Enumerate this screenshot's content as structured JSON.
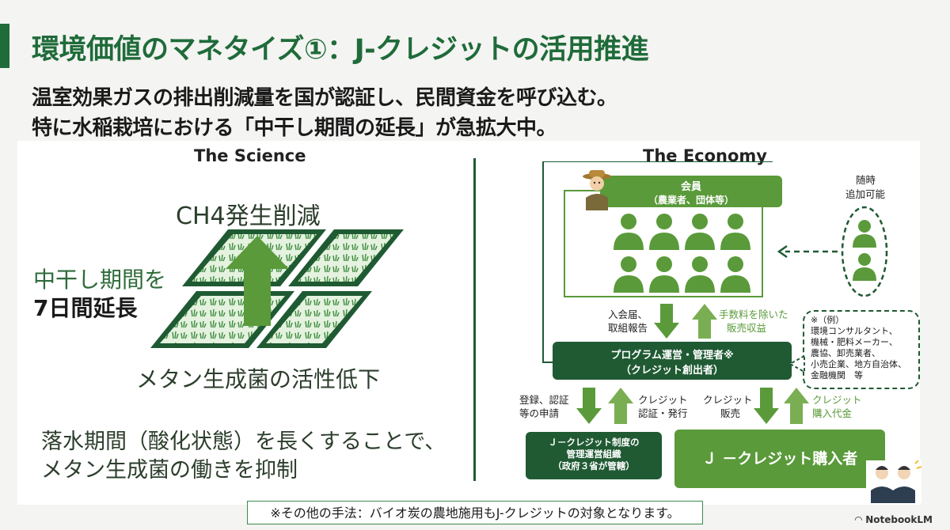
{
  "title": "環境価値のマネタイズ①：J-クレジットの活用推進",
  "subtitle_line1": "温室効果ガスの排出削減量を国が認証し、民間資金を呼び込む。",
  "subtitle_line2": "特に水稲栽培における「中干し期間の延長」が急拡大中。",
  "science": {
    "heading": "The Science",
    "ch4_label": "CH4発生削減",
    "nakaboshi_line1": "中干し期間を",
    "nakaboshi_line2": "7日間延長",
    "methane_label": "メタン生成菌の活性低下",
    "conclusion_line1": "落水期間（酸化状態）を長くすることで、",
    "conclusion_line2": "メタン生成菌の働きを抑制"
  },
  "economy": {
    "heading": "The Economy",
    "member_line1": "会員",
    "member_line2": "（農業者、団体等）",
    "zuiji_line1": "随時",
    "zuiji_line2": "追加可能",
    "nyukai_line1": "入会届、",
    "nyukai_line2": "取組報告",
    "tesuryo_line1": "手数料を除いた",
    "tesuryo_line2": "販売収益",
    "program_line1": "プログラム運営・管理者※",
    "program_line2": "（クレジット創出者）",
    "example_head": "※（例）",
    "example_lines": [
      "環境コンサルタント、",
      "機械・肥料メーカー、",
      "農協、卸売業者、",
      "小売企業、地方自治体、",
      "金融機関　等"
    ],
    "toroku_line1": "登録、認証",
    "toroku_line2": "等の申請",
    "credit_cert_line1": "クレジット",
    "credit_cert_line2": "認証・発行",
    "credit_sale_line1": "クレジット",
    "credit_sale_line2": "販売",
    "credit_pay_line1": "クレジット",
    "credit_pay_line2": "購入代金",
    "admin_line1": "Ｊ－クレジット制度の",
    "admin_line2": "管理運営組織",
    "admin_line3": "（政府３省が管轄）",
    "buyer": "Ｊ －クレジット購入者"
  },
  "footer_note": "※その他の手法：バイオ炭の農地施用もJ-クレジットの対象となります。",
  "brand": "NotebookLM",
  "colors": {
    "dark_green": "#1f5a33",
    "mid_green": "#5a9a3a",
    "light_green": "#7aae52",
    "title_green": "#1f6b3a"
  }
}
